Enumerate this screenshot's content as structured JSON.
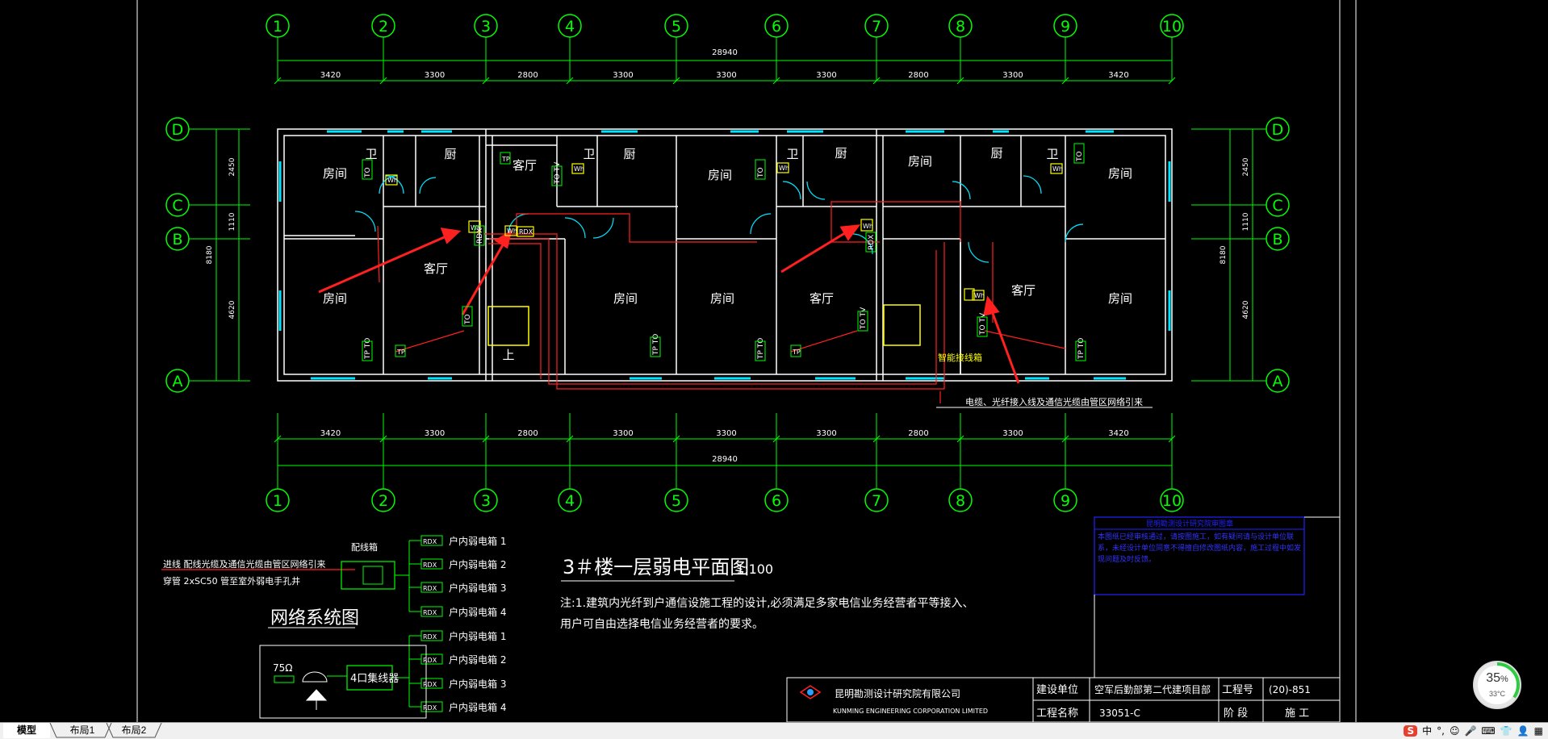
{
  "axes_numbers": [
    "1",
    "2",
    "3",
    "4",
    "5",
    "6",
    "7",
    "8",
    "9",
    "10"
  ],
  "axes_letters": [
    "D",
    "C",
    "B",
    "A"
  ],
  "dims_top": [
    "3420",
    "3300",
    "2800",
    "3300",
    "3300",
    "3300",
    "2800",
    "3300",
    "3420"
  ],
  "dims_bottom": [
    "3420",
    "3300",
    "2800",
    "3300",
    "3300",
    "3300",
    "2800",
    "3300",
    "3420"
  ],
  "total_dim": "28940",
  "dims_side": [
    "2450",
    "1110",
    "4620"
  ],
  "total_side": "8180",
  "rooms": {
    "fangjian": "房间",
    "wei": "卫",
    "chu": "厨",
    "keting": "客厅",
    "shang": "上"
  },
  "labels": {
    "to": "TO",
    "tpto": "TP TO",
    "tltv": "TO TV",
    "wh": "Wh",
    "rox": "RDX",
    "smart_box": "智能接线箱",
    "cable_note": "电缆、光纤接入线及通信光缆由管区网络引来"
  },
  "network": {
    "heading": "网络系统图",
    "in_line1": "进线  配线光缆及通信光缆由管区网络引来",
    "in_line2": "穿管 2xSC50  管至室外弱电手孔井",
    "cabinet": "配线箱",
    "rdx": "RDX",
    "outlets_a": [
      "户内弱电箱 1",
      "户内弱电箱 2",
      "户内弱电箱 3",
      "户内弱电箱 4"
    ],
    "outlets_b": [
      "户内弱电箱 1",
      "户内弱电箱 2",
      "户内弱电箱 3",
      "户内弱电箱 4"
    ],
    "ohm": "75Ω",
    "amplifier": "4口集线器"
  },
  "title": {
    "main": "3＃楼一层弱电平面图",
    "scale": "1:100",
    "note1": "注:1.建筑内光纤到户通信设施工程的设计,必须满足多家电信业务经营者平等接入、",
    "note2": "用户可自由选择电信业务经营者的要求。"
  },
  "notice": {
    "header": "昆明勘测设计研究院审图章",
    "body": "本图纸已经审核通过，请按图施工，如有疑问请与设计单位联系，未经设计单位同意不得擅自修改图纸内容，施工过程中如发现问题及时反馈。"
  },
  "titleblock": {
    "company_cn": "昆明勘测设计研究院有限公司",
    "company_en": "KUNMING ENGINEERING CORPORATION LIMITED",
    "client_label": "建设单位",
    "client_value": "空军后勤部第二代建项目部",
    "project_no_label": "工程号",
    "project_no_value": "(20)-851",
    "project_name_label": "工程名称",
    "project_name_value": "33051-C",
    "stage_label": "阶 段",
    "stage_value": "施 工"
  },
  "tabs": [
    "模型",
    "布局1",
    "布局2"
  ],
  "gauge": {
    "percent": "35",
    "unit": "%",
    "temp": "33°C"
  },
  "ime": {
    "logo": "S",
    "lang": "中",
    "punct": "°,"
  },
  "colors": {
    "white": "#ffffff",
    "red": "#ff2020",
    "green": "#00ff00",
    "cyan": "#00e5ff",
    "yellow": "#ffff00",
    "blue": "#2222ff"
  }
}
